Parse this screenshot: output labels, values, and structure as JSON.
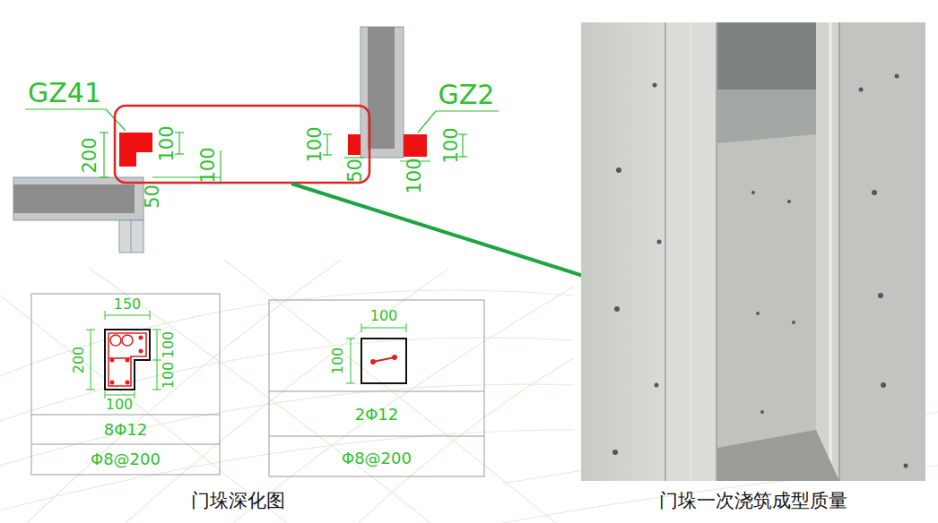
{
  "diagram": {
    "labels": [
      "GZ41",
      "GZ2",
      "200",
      "100",
      "100",
      "50",
      "100",
      "50",
      "100",
      "100",
      "150",
      "200",
      "100",
      "100",
      "100",
      "8Φ12",
      "Φ8@200",
      "100",
      "100",
      "2Φ12",
      "Φ8@200",
      "门垛深化图",
      "门垛一次浇筑成型质量"
    ]
  }
}
